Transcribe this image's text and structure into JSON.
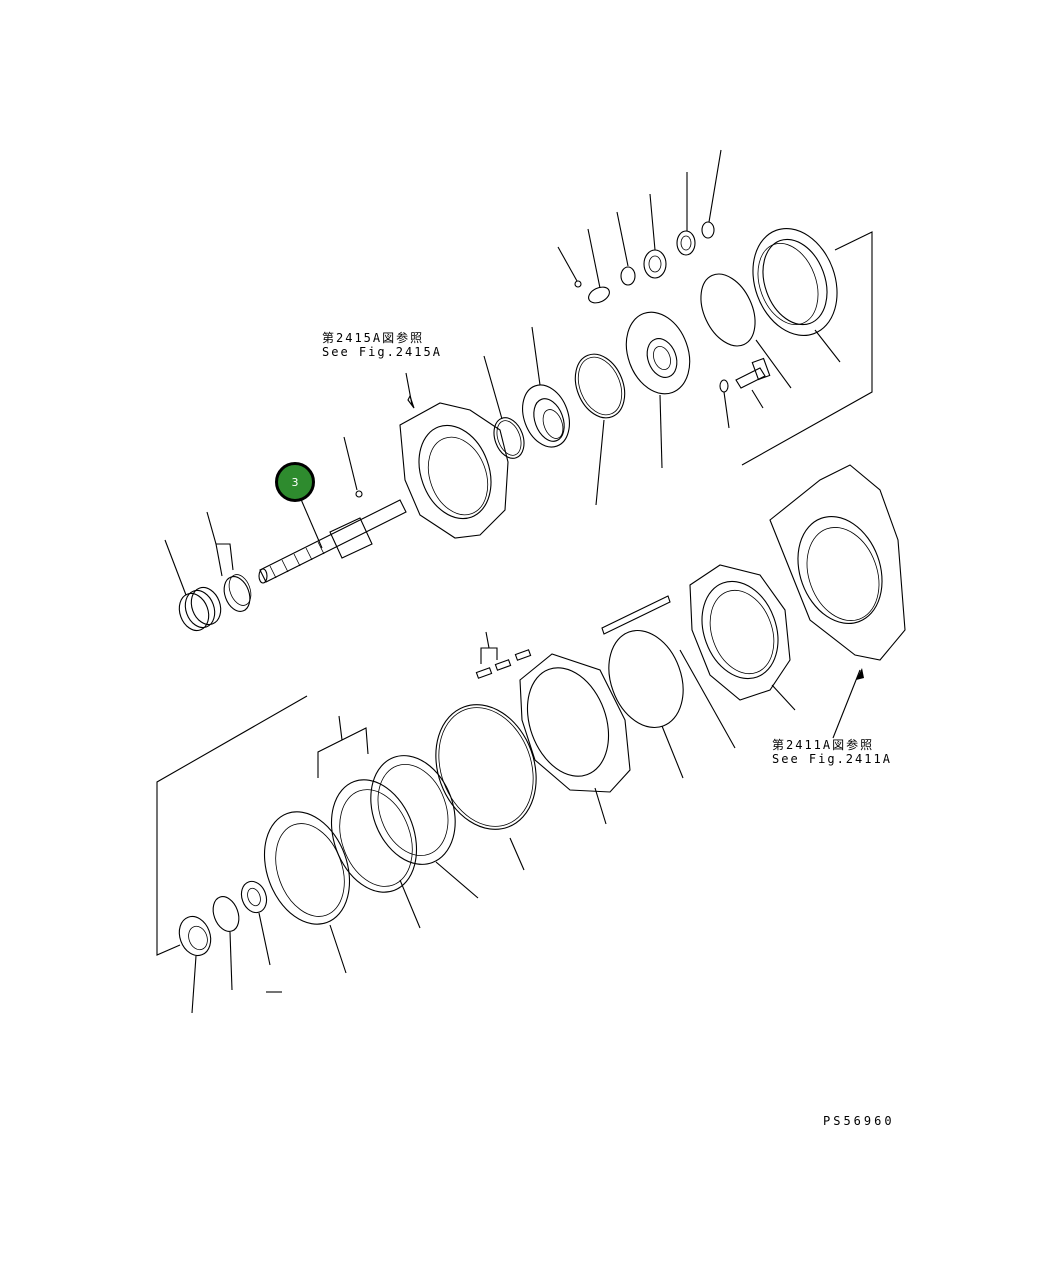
{
  "references": [
    {
      "jp": "第2415A図参照",
      "en": "See Fig.2415A"
    },
    {
      "jp": "第2411A図参照",
      "en": "See Fig.2411A"
    }
  ],
  "callout": {
    "label": "3",
    "color": "#2e8b2e"
  },
  "figure_code": "PS56960"
}
